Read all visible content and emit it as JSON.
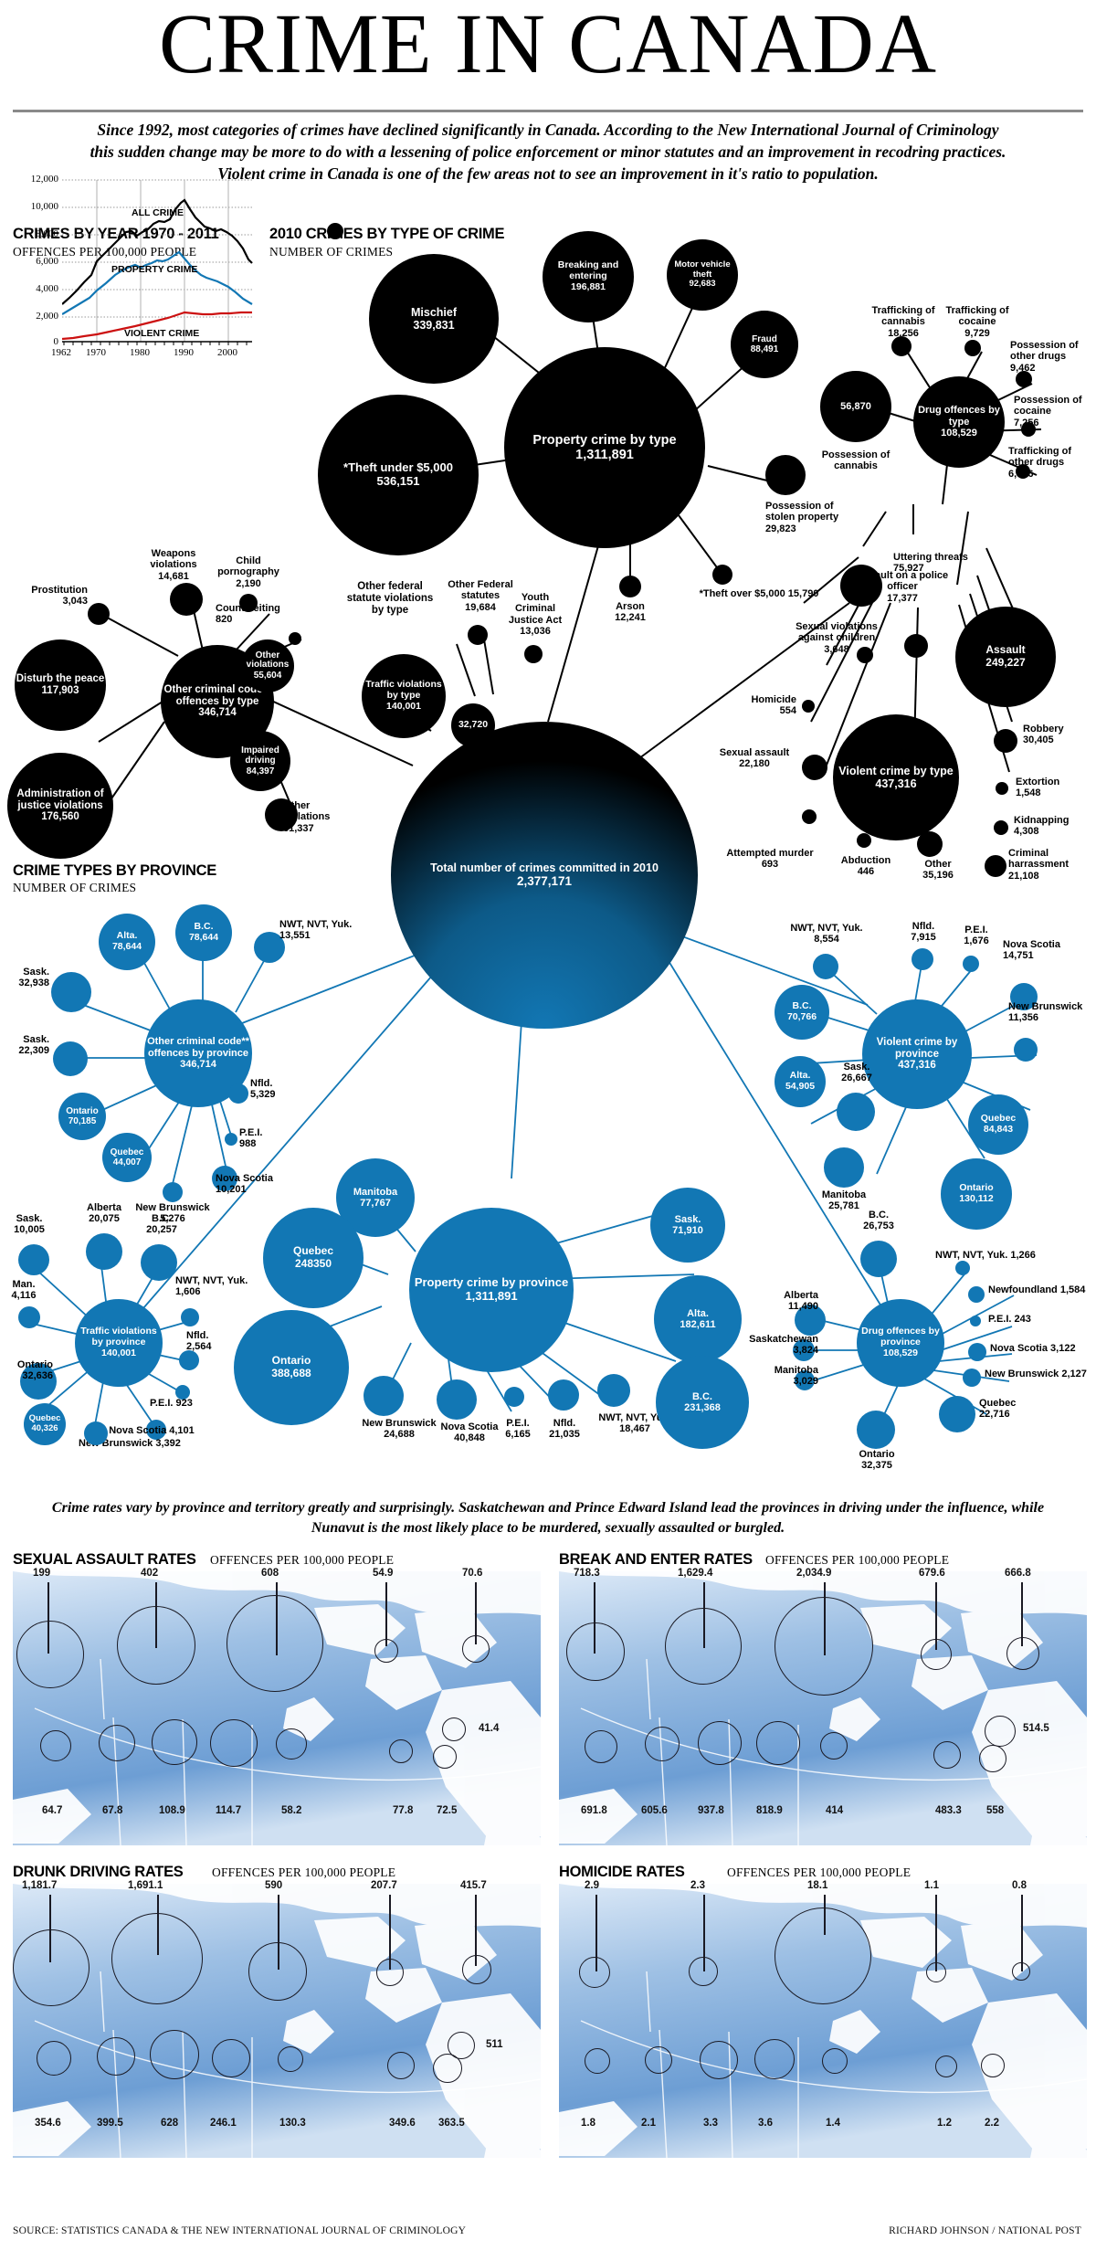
{
  "header": {
    "title": "CRIME IN CANADA",
    "deck_line1": "Since 1992, most categories of crimes have declined significantly in Canada. According to the New International Journal of Criminology",
    "deck_line2": "this sudden change may be more to do with a lessening of police enforcement or minor statutes and an improvement in recodring practices.",
    "deck_line3": "Violent crime in Canada is one of the few areas not to see an improvement in it's ratio to population."
  },
  "sections": {
    "linechart_title": "CRIMES BY YEAR 1970 - 2011",
    "linechart_sub": "OFFENCES PER 100,000 PEOPLE",
    "bytype_title": "2010 CRIMES BY TYPE OF CRIME",
    "bytype_sub": "NUMBER OF CRIMES",
    "byprovince_title": "CRIME TYPES BY PROVINCE",
    "byprovince_sub": "NUMBER OF CRIMES"
  },
  "chart_data": {
    "type": "line",
    "title": "CRIMES BY YEAR 1970 - 2011",
    "ylabel": "OFFENCES PER 100,000 PEOPLE",
    "ylim": [
      0,
      12000
    ],
    "yticks": [
      "12,000",
      "10,000",
      "8,000",
      "6,000",
      "4,000",
      "2,000",
      "0"
    ],
    "xticks": [
      "1962",
      "1970",
      "1980",
      "1990",
      "2000"
    ],
    "grid": true,
    "legend_position": "inline-annotations",
    "series": [
      {
        "name": "ALL CRIME",
        "color": "#000000",
        "x": [
          1962,
          1966,
          1970,
          1974,
          1978,
          1982,
          1986,
          1989,
          1991,
          1994,
          1998,
          2002,
          2006,
          2011
        ],
        "values": [
          2771,
          4267,
          6000,
          7650,
          8100,
          8773,
          8728,
          9000,
          10342,
          9000,
          8000,
          8000,
          7500,
          6000
        ]
      },
      {
        "name": "PROPERTY CRIME",
        "color": "#1277b4",
        "x": [
          1962,
          1970,
          1978,
          1982,
          1986,
          1991,
          1994,
          1998,
          2002,
          2006,
          2011
        ],
        "values": [
          2000,
          3800,
          5200,
          6000,
          5800,
          6160,
          5300,
          4500,
          4200,
          3600,
          2800
        ]
      },
      {
        "name": "VIOLENT CRIME",
        "color": "#cc1111",
        "x": [
          1962,
          1970,
          1980,
          1990,
          2000,
          2011
        ],
        "values": [
          220,
          450,
          800,
          1100,
          980,
          1100
        ]
      }
    ],
    "annotations": [
      "ALL CRIME",
      "PROPERTY CRIME",
      "VIOLENT CRIME"
    ]
  },
  "crimes_by_type": {
    "center": {
      "label": "Total number of crimes committed in 2010",
      "value": "2,377,171"
    },
    "property": {
      "label": "Property crime by type",
      "value": "1,311,891",
      "children": [
        {
          "label": "Mischief",
          "value": "339,831"
        },
        {
          "label": "Breaking and entering",
          "value": "196,881"
        },
        {
          "label": "Motor vehicle theft",
          "value": "92,683"
        },
        {
          "label": "Fraud",
          "value": "88,491"
        },
        {
          "label": "*Theft under $5,000",
          "value": "536,151"
        },
        {
          "label": "Possession of stolen property",
          "value": "29,823"
        },
        {
          "label": "*Theft over $5,000",
          "value": "15,790"
        },
        {
          "label": "Arson",
          "value": "12,241"
        }
      ]
    },
    "drug": {
      "label": "Drug offences by type",
      "value": "108,529",
      "children": [
        {
          "label": "Trafficking of cannabis",
          "value": "18,256"
        },
        {
          "label": "Trafficking of cocaine",
          "value": "9,729"
        },
        {
          "label": "Possession of other drugs",
          "value": "9,462"
        },
        {
          "label": "Possession of cocaine",
          "value": "7,256"
        },
        {
          "label": "Trafficking of other drugs",
          "value": "6,956"
        },
        {
          "label": "Possession of cannabis",
          "value": "56,870"
        }
      ]
    },
    "violent": {
      "label": "Violent crime by type",
      "value": "437,316",
      "children": [
        {
          "label": "Assault",
          "value": "249,227"
        },
        {
          "label": "Uttering threats",
          "value": "75,927"
        },
        {
          "label": "Robbery",
          "value": "30,405"
        },
        {
          "label": "Extortion",
          "value": "1,548"
        },
        {
          "label": "Kidnapping",
          "value": "4,308"
        },
        {
          "label": "Criminal harrassment",
          "value": "21,108"
        },
        {
          "label": "Other",
          "value": "35,196"
        },
        {
          "label": "Abduction",
          "value": "446"
        },
        {
          "label": "Attempted murder",
          "value": "693"
        },
        {
          "label": "Sexual assault",
          "value": "22,180"
        },
        {
          "label": "Homicide",
          "value": "554"
        },
        {
          "label": "Sexual violations against children",
          "value": "3,648"
        },
        {
          "label": "Assault on a police officer",
          "value": "17,377"
        }
      ]
    },
    "other_criminal": {
      "label": "Other criminal code** offences by type",
      "value": "346,714",
      "children": [
        {
          "label": "Prostitution",
          "value": "3,043"
        },
        {
          "label": "Weapons violations",
          "value": "14,681"
        },
        {
          "label": "Child pornography",
          "value": "2,190"
        },
        {
          "label": "Countefeiting",
          "value": "820"
        },
        {
          "label": "Other violations",
          "value": "55,604"
        },
        {
          "label": "Disturb the peace",
          "value": "117,903"
        },
        {
          "label": "Administration of justice violations",
          "value": "176,560"
        },
        {
          "label": "Impaired driving",
          "value": "84,397"
        },
        {
          "label": "Other violations",
          "value": "31,337"
        }
      ]
    },
    "traffic": {
      "label": "Traffic violations by type",
      "value": "140,001"
    },
    "other_federal": {
      "label": "Other federal statute violations by type",
      "value": "32,720",
      "children": [
        {
          "label": "Other Federal statutes",
          "value": "19,684"
        },
        {
          "label": "Youth Criminal Justice Act",
          "value": "13,036"
        }
      ]
    }
  },
  "crimes_by_province": {
    "other_criminal": {
      "label": "Other criminal code** offences by province",
      "value": "346,714",
      "children": [
        {
          "label": "Alta.",
          "value": "78,644"
        },
        {
          "label": "B.C.",
          "value": "78,644"
        },
        {
          "label": "NWT, NVT, Yuk.",
          "value": "13,551"
        },
        {
          "label": "Sask.",
          "value": "32,938"
        },
        {
          "label": "Sask.",
          "value": "22,309"
        },
        {
          "label": "Ontario",
          "value": "70,185"
        },
        {
          "label": "Quebec",
          "value": "44,007"
        },
        {
          "label": "Nfld.",
          "value": "5,329"
        },
        {
          "label": "P.E.I.",
          "value": "988"
        },
        {
          "label": "Nova Scotia",
          "value": "10,201"
        },
        {
          "label": "New Brunswick",
          "value": "5,276"
        }
      ]
    },
    "violent": {
      "label": "Violent crime by province",
      "value": "437,316",
      "children": [
        {
          "label": "NWT, NVT, Yuk.",
          "value": "8,554"
        },
        {
          "label": "Nfld.",
          "value": "7,915"
        },
        {
          "label": "P.E.I.",
          "value": "1,676"
        },
        {
          "label": "Nova Scotia",
          "value": "14,751"
        },
        {
          "label": "B.C.",
          "value": "70,766"
        },
        {
          "label": "New Brunswick",
          "value": "11,356"
        },
        {
          "label": "Alta.",
          "value": "54,905"
        },
        {
          "label": "Sask.",
          "value": "26,667"
        },
        {
          "label": "Quebec",
          "value": "84,843"
        },
        {
          "label": "Ontario",
          "value": "130,112"
        },
        {
          "label": "Manitoba",
          "value": "25,781"
        }
      ]
    },
    "property": {
      "label": "Property crime by province",
      "value": "1,311,891",
      "children": [
        {
          "label": "Manitoba",
          "value": "77,767"
        },
        {
          "label": "Sask.",
          "value": "71,910"
        },
        {
          "label": "Quebec",
          "value": "248350"
        },
        {
          "label": "Alta.",
          "value": "182,611"
        },
        {
          "label": "Ontario",
          "value": "388,688"
        },
        {
          "label": "New Brunswick",
          "value": "24,688"
        },
        {
          "label": "Nova Scotia",
          "value": "40,848"
        },
        {
          "label": "P.E.I.",
          "value": "6,165"
        },
        {
          "label": "Nfld.",
          "value": "21,035"
        },
        {
          "label": "NWT, NVT, Yuk.",
          "value": "18,467"
        },
        {
          "label": "B.C.",
          "value": "231,368"
        }
      ]
    },
    "traffic": {
      "label": "Traffic violations by province",
      "value": "140,001",
      "children": [
        {
          "label": "Sask.",
          "value": "10,005"
        },
        {
          "label": "Alberta",
          "value": "20,075"
        },
        {
          "label": "B.C.",
          "value": "20,257"
        },
        {
          "label": "Man.",
          "value": "4,116"
        },
        {
          "label": "NWT, NVT, Yuk.",
          "value": "1,606"
        },
        {
          "label": "Nfld.",
          "value": "2,564"
        },
        {
          "label": "Ontario",
          "value": "32,636"
        },
        {
          "label": "Quebec",
          "value": "40,326"
        },
        {
          "label": "P.E.I.",
          "value": "923"
        },
        {
          "label": "New Brunswick",
          "value": "3,392"
        },
        {
          "label": "Nova Scotia",
          "value": "4,101"
        }
      ]
    },
    "drug": {
      "label": "Drug offences by province",
      "value": "108,529",
      "children": [
        {
          "label": "B.C.",
          "value": "26,753"
        },
        {
          "label": "NWT, NVT, Yuk.",
          "value": "1,266"
        },
        {
          "label": "Newfoundland",
          "value": "1,584"
        },
        {
          "label": "Alberta",
          "value": "11,490"
        },
        {
          "label": "P.E.I.",
          "value": "243"
        },
        {
          "label": "Nova Scotia",
          "value": "3,122"
        },
        {
          "label": "Saskatchewan",
          "value": "3,824"
        },
        {
          "label": "New Brunswick",
          "value": "2,127"
        },
        {
          "label": "Manitoba",
          "value": "3,029"
        },
        {
          "label": "Quebec",
          "value": "22,716"
        },
        {
          "label": "Ontario",
          "value": "32,375"
        }
      ]
    }
  },
  "maps_caption": "Crime rates vary by province and territory greatly and surprisingly. Saskatchewan and Prince Edward Island lead the provinces in driving under the influence, while Nunavut is the most likely place to be murdered, sexually assaulted or burgled.",
  "maps": [
    {
      "title": "SEXUAL ASSAULT RATES",
      "sub": "OFFENCES PER 100,000 PEOPLE",
      "top": [
        "199",
        "402",
        "608",
        "54.9",
        "70.6"
      ],
      "right": [
        "41.4"
      ],
      "bottom": [
        "64.7",
        "67.8",
        "108.9",
        "114.7",
        "58.2",
        "77.8",
        "72.5"
      ]
    },
    {
      "title": "BREAK AND ENTER RATES",
      "sub": "OFFENCES PER 100,000 PEOPLE",
      "top": [
        "718.3",
        "1,629.4",
        "2,034.9",
        "679.6",
        "666.8"
      ],
      "right": [
        "514.5"
      ],
      "bottom": [
        "691.8",
        "605.6",
        "937.8",
        "818.9",
        "414",
        "483.3",
        "558"
      ]
    },
    {
      "title": "DRUNK DRIVING RATES",
      "sub": "OFFENCES PER 100,000 PEOPLE",
      "top": [
        "1,181.7",
        "1,691.1",
        "590",
        "207.7",
        "415.7"
      ],
      "right": [
        "511"
      ],
      "bottom": [
        "354.6",
        "399.5",
        "628",
        "246.1",
        "130.3",
        "349.6",
        "363.5"
      ]
    },
    {
      "title": "HOMICIDE RATES",
      "sub": "OFFENCES PER 100,000 PEOPLE",
      "top": [
        "2.9",
        "2.3",
        "18.1",
        "1.1",
        "0.8"
      ],
      "right": [],
      "bottom": [
        "1.8",
        "2.1",
        "3.3",
        "3.6",
        "1.4",
        "1.2",
        "2.2"
      ]
    }
  ],
  "footer": {
    "source": "SOURCE: STATISTICS CANADA & THE NEW INTERNATIONAL JOURNAL OF CRIMINOLOGY",
    "credit": "RICHARD JOHNSON  /  NATIONAL POST"
  },
  "colors": {
    "blue": "#1277b4",
    "black": "#000000",
    "red": "#cc1111",
    "map_water": "#7aa8d6"
  }
}
